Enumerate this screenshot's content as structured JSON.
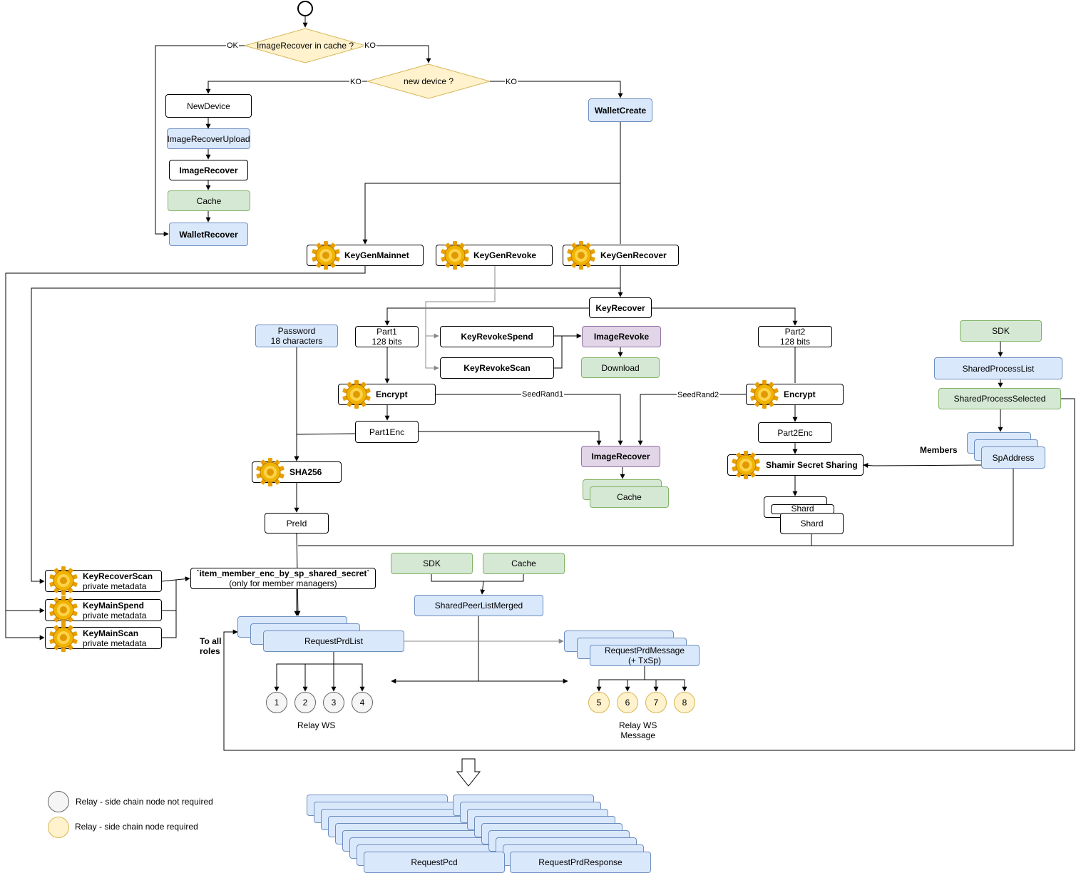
{
  "decisions": {
    "cache_check": "ImageRecover in cache ?",
    "new_device": "new device ?"
  },
  "edge_labels": {
    "ok": "OK",
    "ko": "KO",
    "seed_rand1": "SeedRand1",
    "seed_rand2": "SeedRand2"
  },
  "nodes": {
    "new_device": "NewDevice",
    "image_recover_upload": "ImageRecoverUpload",
    "image_recover": "ImageRecover",
    "cache": "Cache",
    "wallet_recover": "WalletRecover",
    "wallet_create": "WalletCreate",
    "keygen_mainnet": "KeyGenMainnet",
    "keygen_revoke": "KeyGenRevoke",
    "keygen_recover": "KeyGenRecover",
    "key_recover": "KeyRecover",
    "password_line1": "Password",
    "password_line2": "18 characters",
    "part1_line1": "Part1",
    "part1_line2": "128 bits",
    "part2_line1": "Part2",
    "part2_line2": "128 bits",
    "key_revoke_spend": "KeyRevokeSpend",
    "key_revoke_scan": "KeyRevokeScan",
    "image_revoke": "ImageRevoke",
    "download": "Download",
    "encrypt": "Encrypt",
    "part1_enc": "Part1Enc",
    "part2_enc": "Part2Enc",
    "image_recover_mid": "ImageRecover",
    "cache_mid": "Cache",
    "sha256": "SHA256",
    "pre_id": "PreId",
    "shamir": "Shamir Secret Sharing",
    "shard": "Shard",
    "shard_back": "Shard",
    "sdk_right": "SDK",
    "shared_process_list": "SharedProcessList",
    "shared_process_selected": "SharedProcessSelected",
    "members": "Members",
    "sp_address": "SpAddress",
    "key_recover_scan_title": "KeyRecoverScan",
    "key_main_spend_title": "KeyMainSpend",
    "key_main_scan_title": "KeyMainScan",
    "private_metadata": "private metadata",
    "item_member_line1": "`item_member_enc_by_sp_shared_secret`",
    "item_member_line2": "(only for member managers)",
    "sdk_mid": "SDK",
    "cache_bottom": "Cache",
    "shared_peer_list_merged": "SharedPeerListMerged",
    "request_prd_list": "RequestPrdList",
    "request_prd_message_line1": "RequestPrdMessage",
    "request_prd_message_line2": "(+ TxSp)",
    "to_all_roles_line1": "To all",
    "to_all_roles_line2": "roles",
    "relay_ws": "Relay WS",
    "relay_ws_message_line1": "Relay WS",
    "relay_ws_message_line2": "Message",
    "request_pcd": "RequestPcd",
    "request_prd_response": "RequestPrdResponse"
  },
  "relays_grey": [
    "1",
    "2",
    "3",
    "4"
  ],
  "relays_yellow": [
    "5",
    "6",
    "7",
    "8"
  ],
  "legend": {
    "grey": "Relay - side chain node not required",
    "yellow": "Relay - side chain node required"
  },
  "colors": {
    "blue_fill": "#dae8fc",
    "blue_stroke": "#6c8ebf",
    "green_fill": "#d5e8d4",
    "green_stroke": "#82b366",
    "purple_fill": "#e1d5e7",
    "purple_stroke": "#9673a6",
    "decision_fill": "#fff2cc",
    "decision_stroke": "#d6b656",
    "relay_grey": "#f5f5f5",
    "relay_yellow": "#fff2cc"
  }
}
